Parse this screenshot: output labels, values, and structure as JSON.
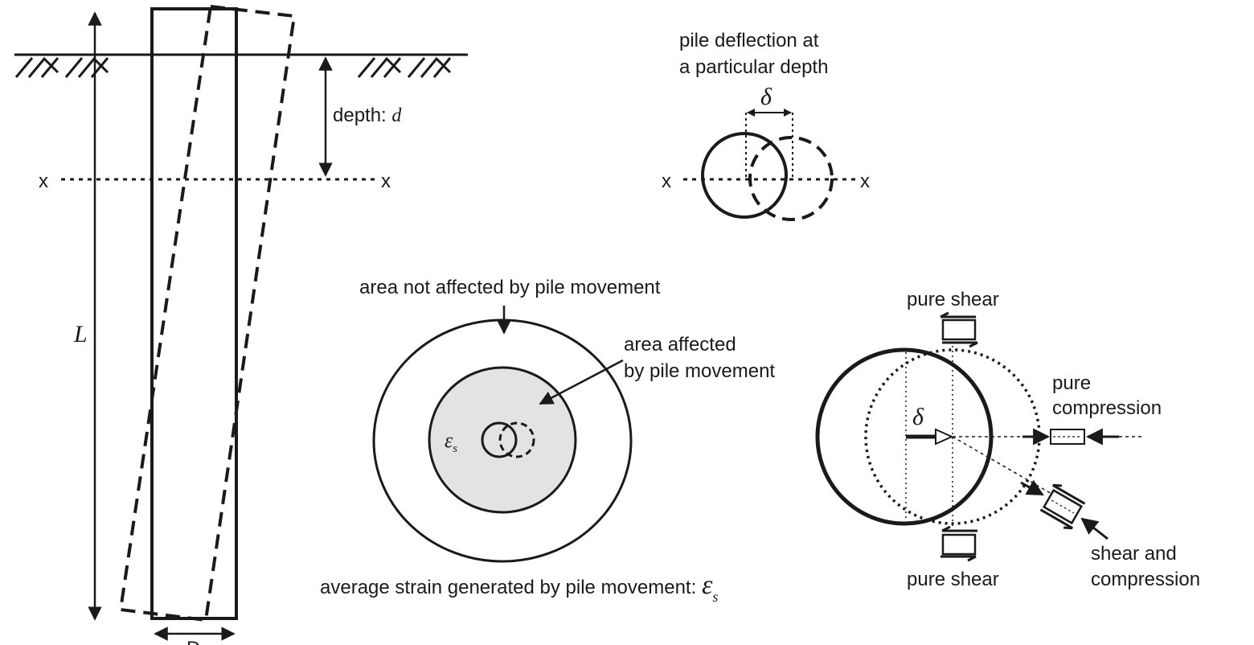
{
  "left_panel": {
    "depth_label": "depth: ",
    "depth_symbol": "d",
    "section_left": "x",
    "section_right": "x",
    "length_symbol": "L",
    "diameter_symbol": "D"
  },
  "top_right_panel": {
    "title_line1": "pile deflection at",
    "title_line2": "a particular depth",
    "delta_symbol": "δ",
    "section_left": "x",
    "section_right": "x"
  },
  "middle_panel": {
    "outer_label": "area not affected by pile movement",
    "inner_label_line1": "area affected",
    "inner_label_line2": "by pile movement",
    "strain_symbol": "ε",
    "strain_subscript": "s",
    "caption": "average strain generated by pile movement: ",
    "caption_symbol": "ε",
    "caption_subscript": "s"
  },
  "right_panel": {
    "delta_symbol": "δ",
    "top_label": "pure shear",
    "bottom_label": "pure shear",
    "compression_line1": "pure",
    "compression_line2": "compression",
    "shear_comp_line1": "shear and",
    "shear_comp_line2": "compression"
  },
  "colors": {
    "stroke": "#1a1a1a",
    "affected_fill": "#e3e3e3"
  }
}
